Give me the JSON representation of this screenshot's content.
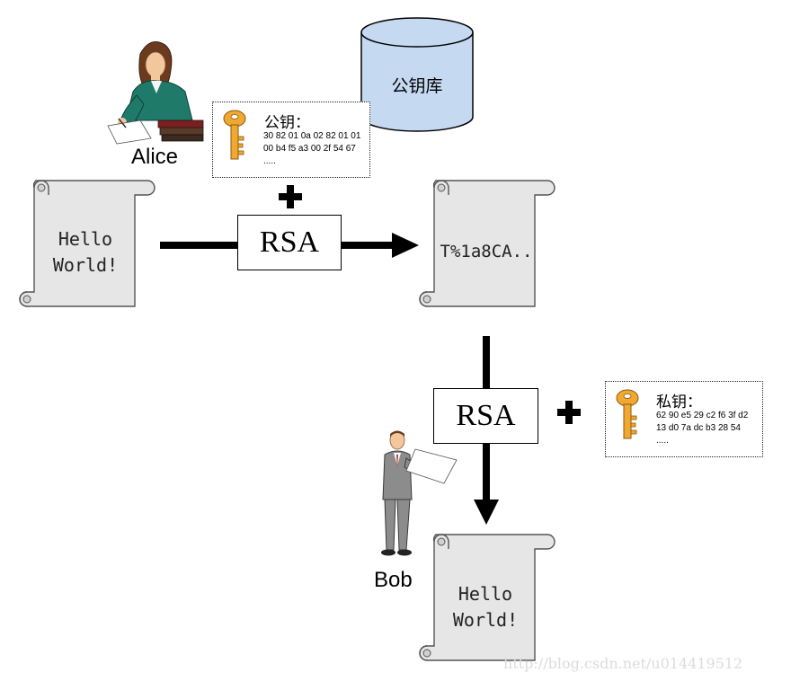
{
  "alice": {
    "name": "Alice"
  },
  "bob": {
    "name": "Bob"
  },
  "database": {
    "label": "公钥库"
  },
  "public_key": {
    "title": "公钥：",
    "lines": [
      "30 82 01 0a 02 82 01 01",
      "00 b4 f5 a3 00 2f 54 67",
      "....."
    ]
  },
  "private_key": {
    "title": "私钥：",
    "lines": [
      "62 90 e5 29 c2 f6 3f d2",
      "13 d0 7a dc b3 28 54",
      "....."
    ]
  },
  "plaintext_scroll": {
    "lines": [
      "Hello",
      "World!"
    ]
  },
  "ciphertext_scroll": {
    "lines": [
      "T%1a8CA.."
    ]
  },
  "decrypted_scroll": {
    "lines": [
      "Hello",
      "World!"
    ]
  },
  "encrypt_box": {
    "label": "RSA"
  },
  "decrypt_box": {
    "label": "RSA"
  },
  "watermark": "http://blog.csdn.net/u014419512",
  "colors": {
    "database_fill": "#c5d9f1",
    "scroll_fill": "#e6e6e6",
    "key_gold": "#f0a830",
    "arrow": "#000000"
  }
}
